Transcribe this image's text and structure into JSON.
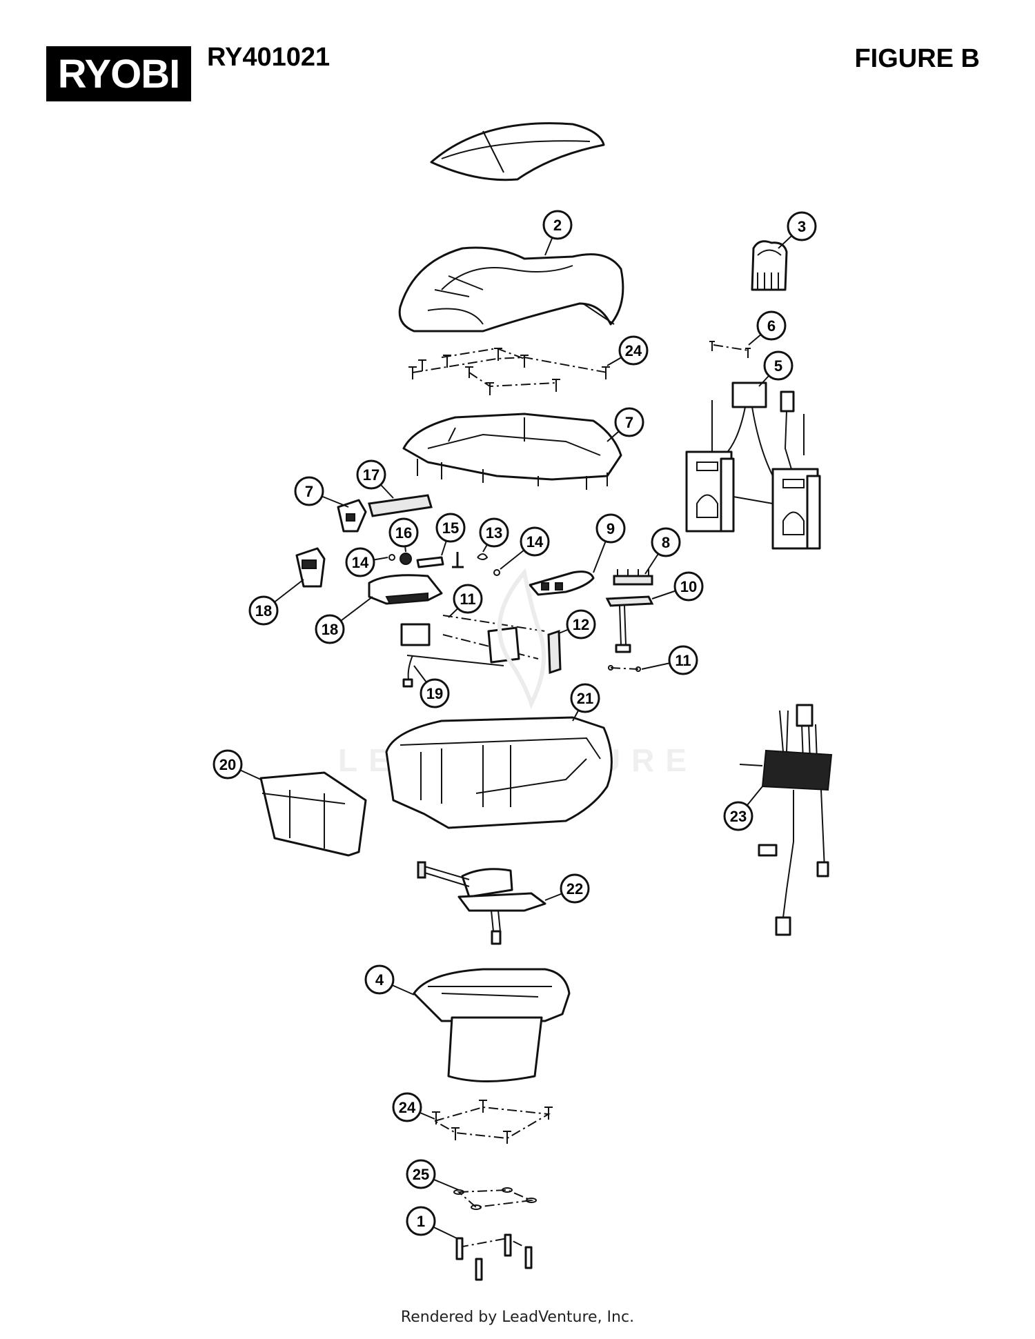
{
  "header": {
    "brand": "RYOBI",
    "model": "RY401021",
    "figure": "FIGURE B"
  },
  "watermark": "LEADVENTURE",
  "footer": "Rendered by LeadVenture, Inc.",
  "callouts": [
    {
      "number": "2"
    },
    {
      "number": "3"
    },
    {
      "number": "6"
    },
    {
      "number": "24"
    },
    {
      "number": "5"
    },
    {
      "number": "7"
    },
    {
      "number": "7"
    },
    {
      "number": "17"
    },
    {
      "number": "16"
    },
    {
      "number": "15"
    },
    {
      "number": "13"
    },
    {
      "number": "14"
    },
    {
      "number": "14"
    },
    {
      "number": "9"
    },
    {
      "number": "8"
    },
    {
      "number": "10"
    },
    {
      "number": "18"
    },
    {
      "number": "18"
    },
    {
      "number": "11"
    },
    {
      "number": "12"
    },
    {
      "number": "11"
    },
    {
      "number": "19"
    },
    {
      "number": "21"
    },
    {
      "number": "20"
    },
    {
      "number": "23"
    },
    {
      "number": "22"
    },
    {
      "number": "4"
    },
    {
      "number": "24"
    },
    {
      "number": "25"
    },
    {
      "number": "1"
    }
  ]
}
